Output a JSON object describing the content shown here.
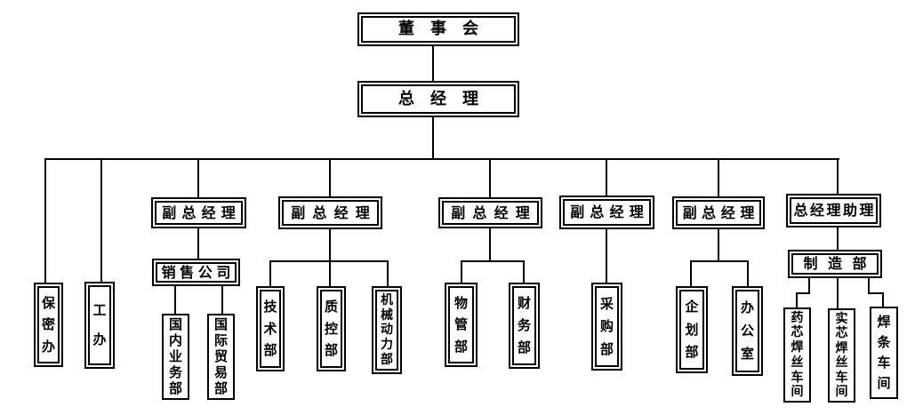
{
  "diagram": {
    "type": "org-chart",
    "colors": {
      "line": "#000000",
      "box_border": "#000000",
      "box_fill": "#ffffff",
      "text": "#000000",
      "background": "#ffffff"
    },
    "nodes": {
      "board": {
        "label": "董事会"
      },
      "general_manager": {
        "label": "总经理"
      },
      "security_office": {
        "label": "保密办"
      },
      "workers_office": {
        "label": "工办"
      },
      "deputy_gm_1": {
        "label": "副总经理"
      },
      "deputy_gm_2": {
        "label": "副总经理"
      },
      "deputy_gm_3": {
        "label": "副总经理"
      },
      "deputy_gm_4": {
        "label": "副总经理"
      },
      "deputy_gm_5": {
        "label": "副总经理"
      },
      "gm_assistant": {
        "label": "总经理助理"
      },
      "sales_company": {
        "label": "销售公司"
      },
      "domestic_business_dept": {
        "label": "国内业务部"
      },
      "international_trade_dept": {
        "label": "国际贸易部"
      },
      "technology_dept": {
        "label": "技术部"
      },
      "quality_control_dept": {
        "label": "质控部"
      },
      "machinery_power_dept": {
        "label": "机械动力部"
      },
      "materials_mgmt_dept": {
        "label": "物管部"
      },
      "finance_dept": {
        "label": "财务部"
      },
      "purchasing_dept": {
        "label": "采购部"
      },
      "planning_dept": {
        "label": "企划部"
      },
      "office": {
        "label": "办公室"
      },
      "manufacturing_dept": {
        "label": "制造部"
      },
      "flux_cored_wire_workshop": {
        "label": "药芯焊丝车间"
      },
      "solid_wire_workshop": {
        "label": "实芯焊丝车间"
      },
      "electrode_workshop": {
        "label": "焊条车间"
      }
    },
    "edges": [
      [
        "board",
        "general_manager"
      ],
      [
        "general_manager",
        "security_office"
      ],
      [
        "general_manager",
        "workers_office"
      ],
      [
        "general_manager",
        "deputy_gm_1"
      ],
      [
        "general_manager",
        "deputy_gm_2"
      ],
      [
        "general_manager",
        "deputy_gm_3"
      ],
      [
        "general_manager",
        "deputy_gm_4"
      ],
      [
        "general_manager",
        "deputy_gm_5"
      ],
      [
        "general_manager",
        "gm_assistant"
      ],
      [
        "deputy_gm_1",
        "sales_company"
      ],
      [
        "sales_company",
        "domestic_business_dept"
      ],
      [
        "sales_company",
        "international_trade_dept"
      ],
      [
        "deputy_gm_2",
        "technology_dept"
      ],
      [
        "deputy_gm_2",
        "quality_control_dept"
      ],
      [
        "deputy_gm_2",
        "machinery_power_dept"
      ],
      [
        "deputy_gm_3",
        "materials_mgmt_dept"
      ],
      [
        "deputy_gm_3",
        "finance_dept"
      ],
      [
        "deputy_gm_4",
        "purchasing_dept"
      ],
      [
        "deputy_gm_5",
        "planning_dept"
      ],
      [
        "deputy_gm_5",
        "office"
      ],
      [
        "gm_assistant",
        "manufacturing_dept"
      ],
      [
        "manufacturing_dept",
        "flux_cored_wire_workshop"
      ],
      [
        "manufacturing_dept",
        "solid_wire_workshop"
      ],
      [
        "manufacturing_dept",
        "electrode_workshop"
      ]
    ]
  }
}
